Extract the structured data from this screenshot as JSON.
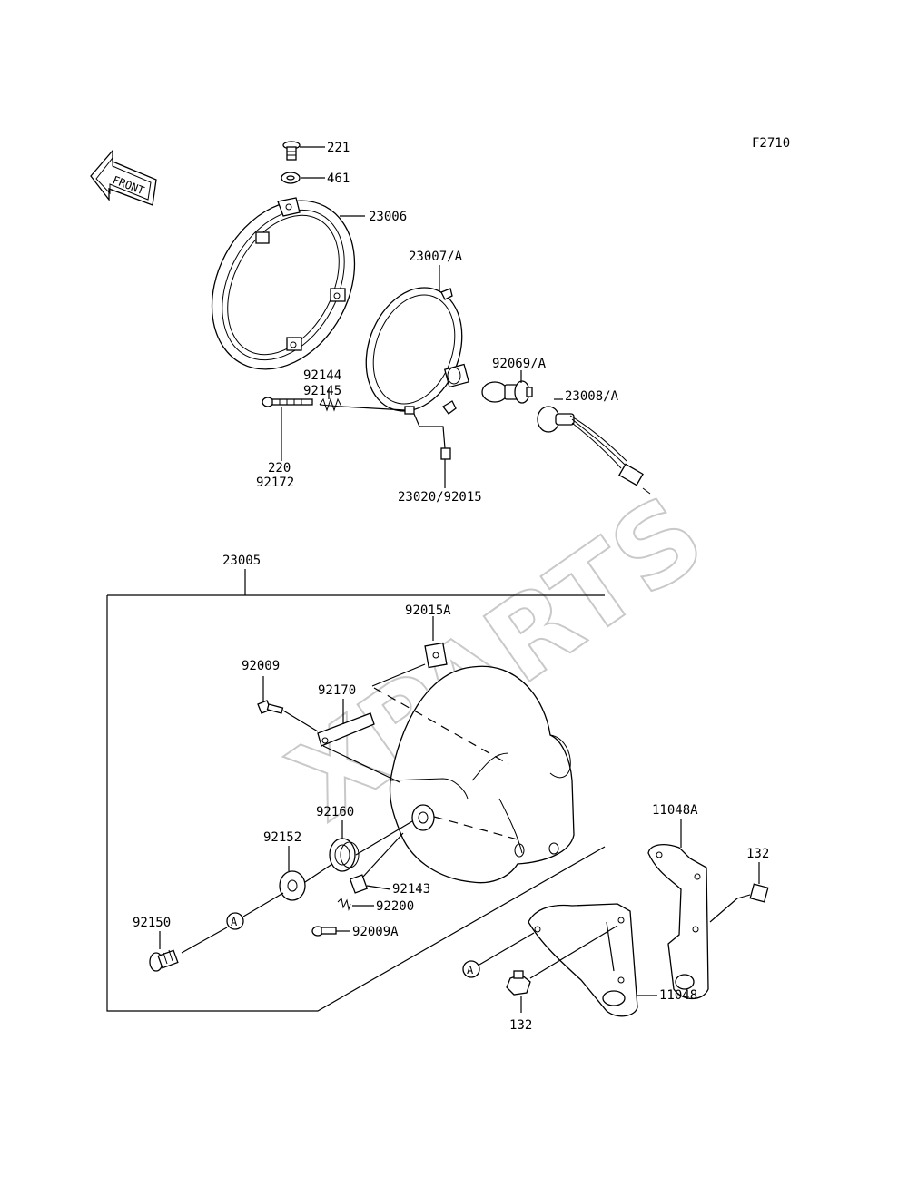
{
  "diagram": {
    "code": "F2710",
    "front_label": "FRONT",
    "watermark": "XPARTS",
    "ref_marker": "A",
    "parts": {
      "p221": "221",
      "p461": "461",
      "p23006": "23006",
      "p23007A": "23007/A",
      "p92069A": "92069/A",
      "p92144": "92144",
      "p92145": "92145",
      "p23008A": "23008/A",
      "p220": "220",
      "p92172": "92172",
      "p23020_92015": "23020/92015",
      "p23005": "23005",
      "p92015A": "92015A",
      "p92009": "92009",
      "p92170": "92170",
      "p92160": "92160",
      "p92152": "92152",
      "p92143": "92143",
      "p92200": "92200",
      "p92150": "92150",
      "p92009A": "92009A",
      "p11048A": "11048A",
      "p132a": "132",
      "p132b": "132",
      "p11048": "11048"
    }
  }
}
